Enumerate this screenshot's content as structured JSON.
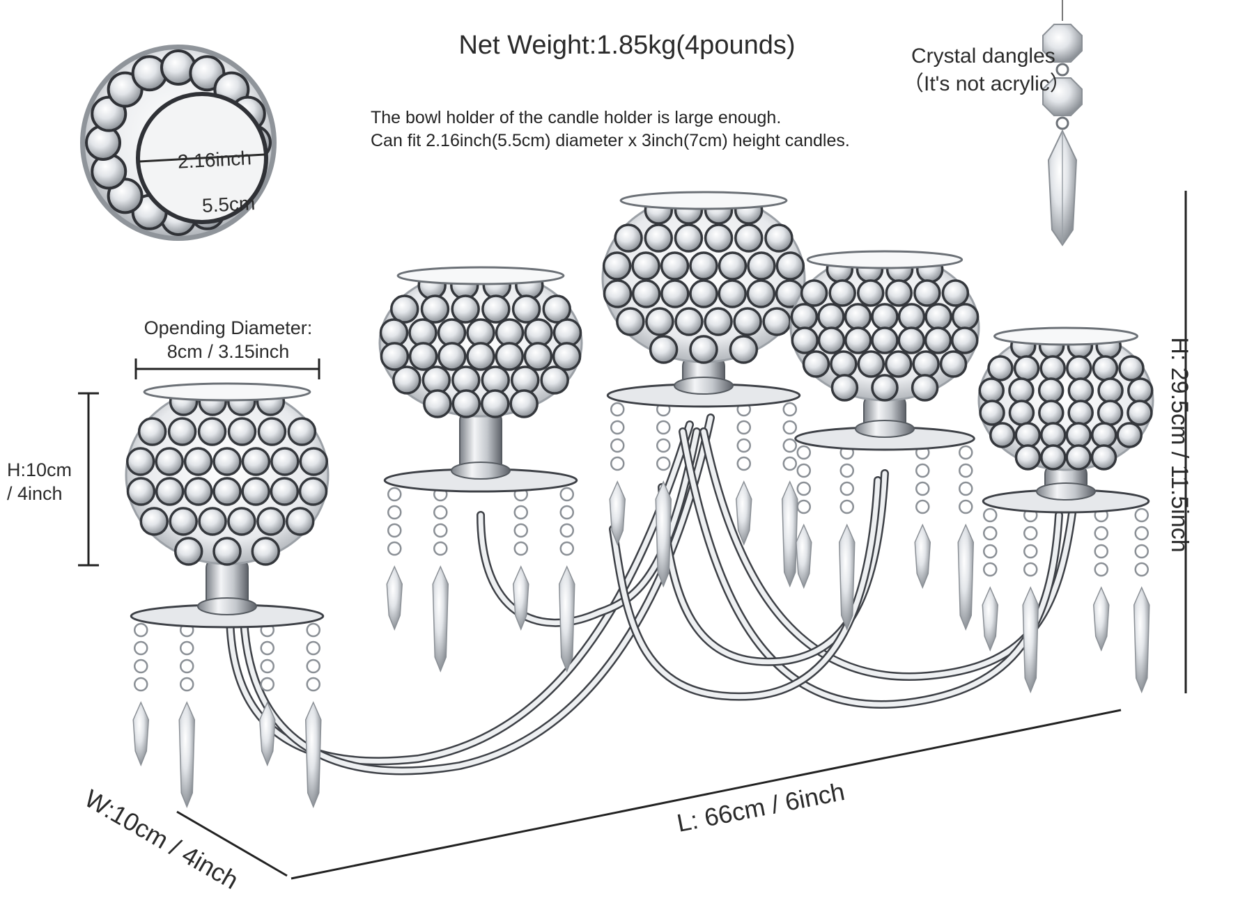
{
  "title": "Net Weight:1.85kg(4pounds)",
  "crystal": {
    "line1": "Crystal dangles",
    "line2": "（It's not acrylic）"
  },
  "bowl_note": {
    "line1": "The bowl holder of the candle holder is large enough.",
    "line2": "Can fit 2.16inch(5.5cm) diameter x 3inch(7cm) height candles."
  },
  "inset": {
    "top": "2.16inch",
    "bottom": "5.5cm"
  },
  "opening": {
    "line1": "Opending Diameter:",
    "line2": "8cm / 3.15inch"
  },
  "height_small": {
    "line1": "H:10cm",
    "line2": "/ 4inch"
  },
  "height_total": "H:  29.5cm  /  11.5inch",
  "length": "L:  66cm / 6inch",
  "width": "W:10cm / 4inch",
  "colors": {
    "silver": "#c9cdd2",
    "dark_metal": "#3d4046",
    "dim_line": "#222222"
  }
}
